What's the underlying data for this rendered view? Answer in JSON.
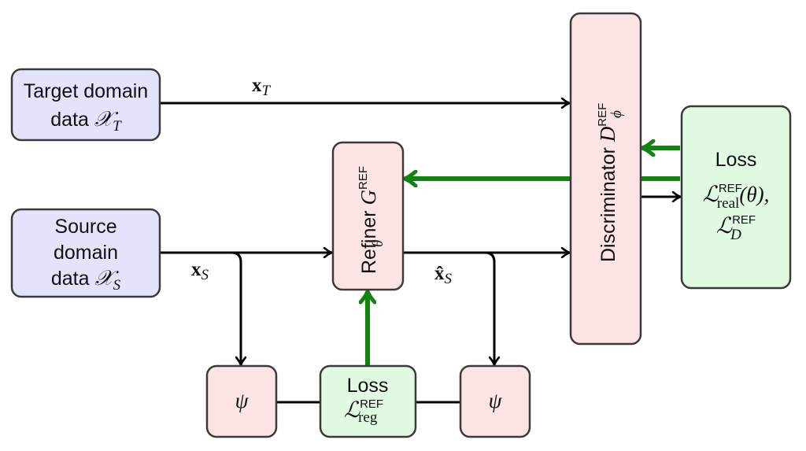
{
  "diagram": {
    "colors": {
      "data_box": "#e3e3fb",
      "network_box": "#fde4e4",
      "loss_box": "#e1fbe3",
      "forward_arrow": "#000000",
      "gradient_arrow": "#118311",
      "border": "#3a3a3a"
    },
    "nodes": {
      "target_data": {
        "line1": "Target domain",
        "line2_text": "data",
        "symbol": "𝒳",
        "symbol_sub": "T"
      },
      "source_data": {
        "line1": "Source",
        "line2": "domain",
        "line3_text": "data",
        "symbol": "𝒳",
        "symbol_sub": "S"
      },
      "refiner": {
        "label": "Refiner",
        "symbol": "G",
        "sup": "REF",
        "sub": "θ"
      },
      "discriminator": {
        "label": "Discriminator",
        "symbol": "D",
        "sup": "REF",
        "sub": "ϕ"
      },
      "loss_adv": {
        "title": "Loss",
        "term1_symbol": "ℒ",
        "term1_sup": "REF",
        "term1_sub": "real",
        "term1_arg": "(θ),",
        "term2_symbol": "ℒ",
        "term2_sup": "REF",
        "term2_sub": "D"
      },
      "psi_left": {
        "symbol": "ψ"
      },
      "loss_reg": {
        "title": "Loss",
        "symbol": "ℒ",
        "sup": "REF",
        "sub": "reg"
      },
      "psi_right": {
        "symbol": "ψ"
      }
    },
    "edge_labels": {
      "x_target": {
        "symbol": "x",
        "sub": "T"
      },
      "x_source": {
        "symbol": "x",
        "sub": "S"
      },
      "x_refined": {
        "symbol": "x̂",
        "sub": "S"
      }
    }
  }
}
